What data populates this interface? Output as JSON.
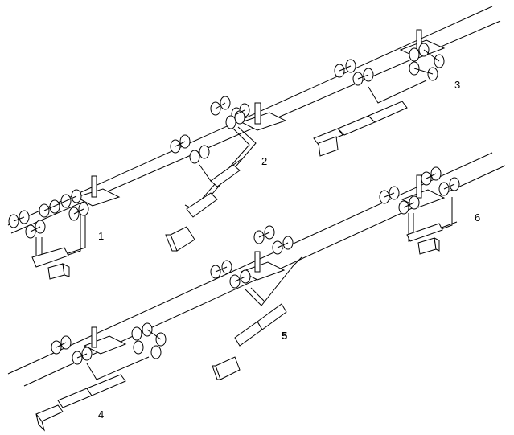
{
  "labels": {
    "fig1": "1",
    "fig2": "2",
    "fig3": "3",
    "fig4": "4",
    "fig5": "5",
    "fig6": "6"
  }
}
